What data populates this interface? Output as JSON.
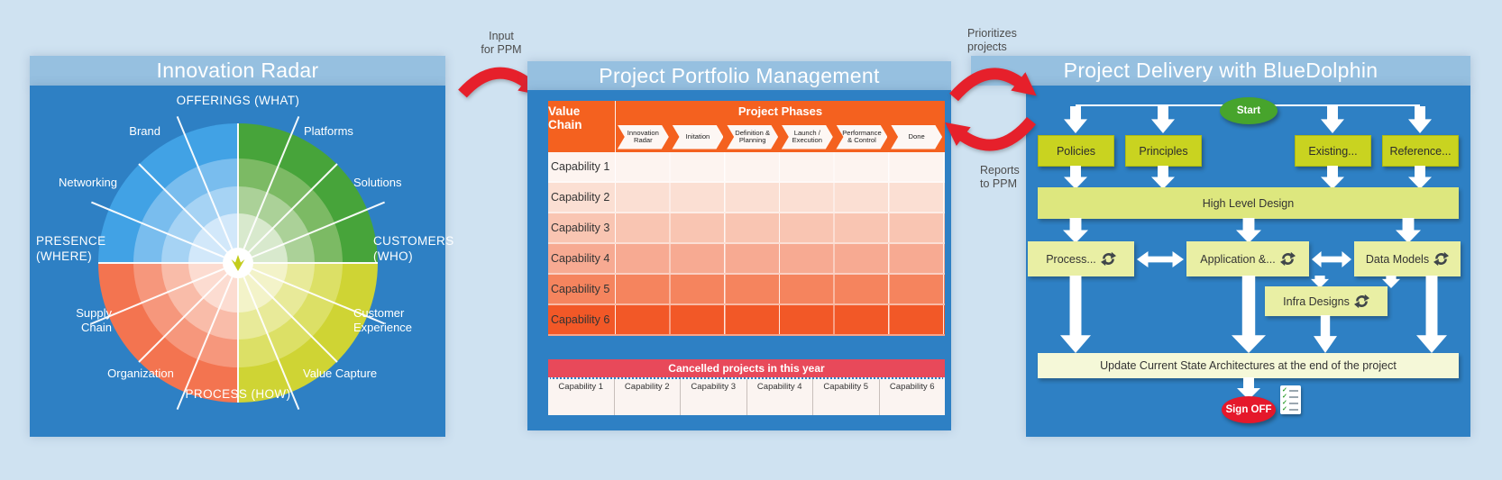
{
  "colors": {
    "page_background": "#cfe2f1",
    "panel_header_blue": "#96c0e0",
    "panel_body_blue": "#2e80c4",
    "table_orange": "#f4611f",
    "cancelled_red": "#e8495a",
    "connector_red": "#e6202b",
    "bright_box_green": "#c9d320",
    "hld_green": "#dde77e",
    "model_box_green": "#e9efa4",
    "update_box_green": "#f5f8d8",
    "start_green": "#47a42c",
    "signoff_red": "#e5182b",
    "radar_blue_rings": [
      "#41a2e5",
      "#79bdee",
      "#a6d3f4",
      "#d2e8fa"
    ],
    "radar_green_rings": [
      "#47a43a",
      "#7cba64",
      "#abd198",
      "#d8e9cd"
    ],
    "radar_orange_rings": [
      "#f37450",
      "#f6977c",
      "#f9bca9",
      "#fcdcd1"
    ],
    "radar_yellow_rings": [
      "#cfd434",
      "#dce066",
      "#e8ea99",
      "#f3f3c9"
    ],
    "ppm_row_colors": [
      "#fdf4f0",
      "#fbdfd3",
      "#f9c5b2",
      "#f7aa92",
      "#f5845e",
      "#f25827"
    ]
  },
  "radar": {
    "title": "Innovation Radar",
    "axes": {
      "top": "OFFERINGS (WHAT)",
      "right": "CUSTOMERS\n(WHO)",
      "bottom": "PROCESS (HOW)",
      "left": "PRESENCE\n(WHERE)"
    },
    "sectors": {
      "brand": "Brand",
      "platforms": "Platforms",
      "networking": "Networking",
      "solutions": "Solutions",
      "supply_chain": "Supply\nChain",
      "customer_experience": "Customer\nExperience",
      "organization": "Organization",
      "value_capture": "Value Capture"
    }
  },
  "ppm": {
    "title": "Project Portfolio Management",
    "value_chain_header": "Value Chain",
    "phases_header": "Project Phases",
    "phases": [
      "Innovation\nRadar",
      "Initation",
      "Definition &\nPlanning",
      "Launch /\nExecution",
      "Performance\n& Control",
      "Done"
    ],
    "capabilities": [
      "Capability 1",
      "Capability 2",
      "Capability 3",
      "Capability 4",
      "Capability 5",
      "Capability 6"
    ],
    "cancelled": {
      "title": "Cancelled projects in this year",
      "columns": [
        "Capability 1",
        "Capability 2",
        "Capability 3",
        "Capability 4",
        "Capability 5",
        "Capability 6"
      ]
    }
  },
  "delivery": {
    "title": "Project Delivery with BlueDolphin",
    "start": "Start",
    "boxes": {
      "policies": "Policies",
      "principles": "Principles",
      "existing": "Existing...",
      "reference": "Reference...",
      "hld": "High Level Design",
      "process": "Process...",
      "application": "Application &...",
      "data_models": "Data Models",
      "infra": "Infra Designs",
      "update": "Update Current State Architectures at the end of the project",
      "signoff": "Sign OFF"
    }
  },
  "connectors": {
    "input": "Input\nfor PPM",
    "prioritizes": "Prioritizes\nprojects",
    "reports": "Reports\nto PPM"
  }
}
